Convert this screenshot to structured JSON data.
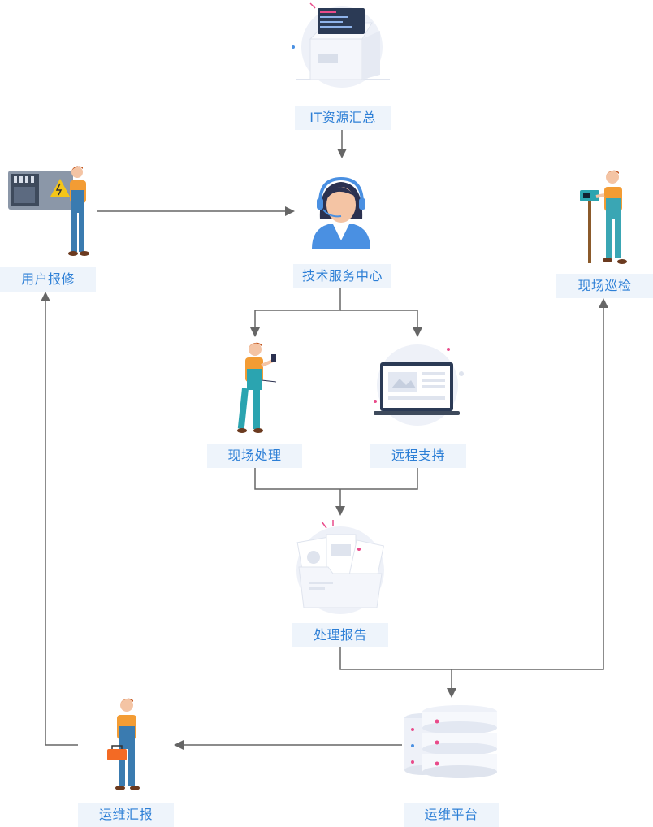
{
  "nodes": {
    "it_resources": "IT资源汇总",
    "tech_center": "技术服务中心",
    "user_repair": "用户报修",
    "site_patrol": "现场巡检",
    "onsite": "现场处理",
    "remote": "远程支持",
    "report": "处理报告",
    "ops_report": "运维汇报",
    "ops_platform": "运维平台"
  },
  "colors": {
    "label_bg": "#eef4fb",
    "label_text": "#2d7fd6",
    "connector": "#666666",
    "accent_blue": "#4a90e2",
    "accent_orange": "#f39c34",
    "accent_pink": "#e94b8a"
  },
  "icons": [
    "box-with-screen-icon",
    "headset-agent-icon",
    "electric-panel-worker-icon",
    "patrol-worker-icon",
    "field-worker-icon",
    "laptop-icon",
    "documents-folder-icon",
    "toolbox-worker-icon",
    "database-server-icon"
  ]
}
